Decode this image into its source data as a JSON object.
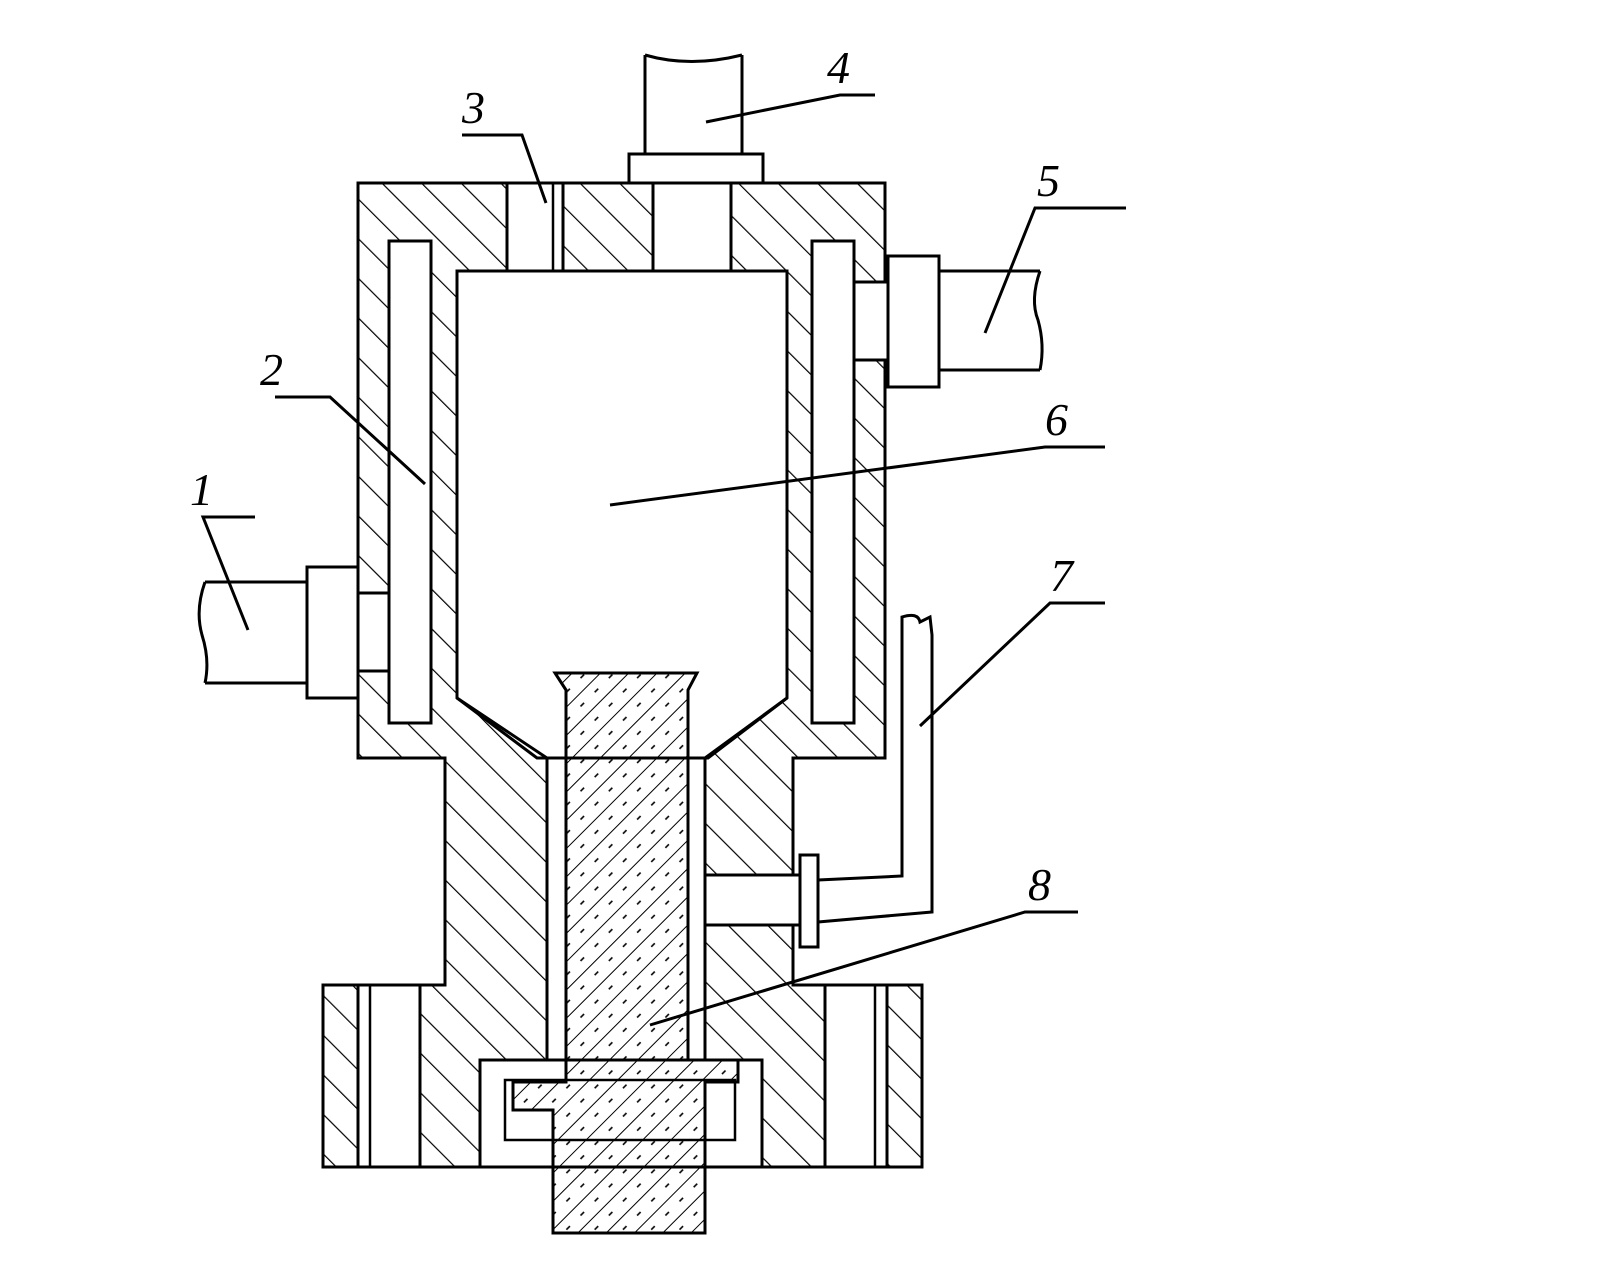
{
  "colors": {
    "line": "#000000",
    "background": "#ffffff"
  },
  "labels": [
    {
      "id": "1",
      "text": "1"
    },
    {
      "id": "2",
      "text": "2"
    },
    {
      "id": "3",
      "text": "3"
    },
    {
      "id": "4",
      "text": "4"
    },
    {
      "id": "5",
      "text": "5"
    },
    {
      "id": "6",
      "text": "6"
    },
    {
      "id": "7",
      "text": "7"
    },
    {
      "id": "8",
      "text": "8"
    }
  ]
}
